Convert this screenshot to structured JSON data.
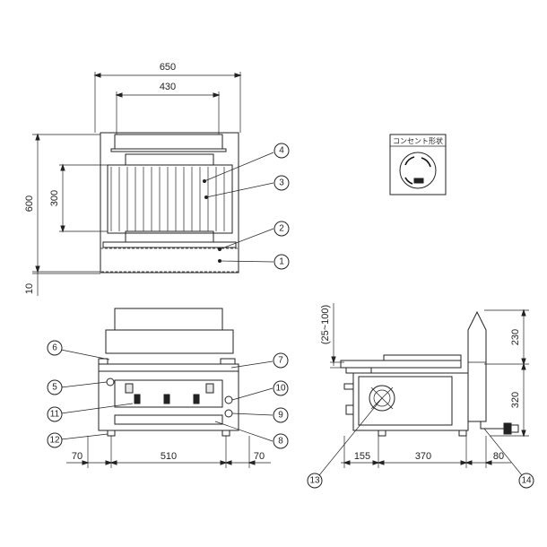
{
  "dimensions": {
    "top_width": "650",
    "top_inner_width": "430",
    "top_depth": "600",
    "top_inner_depth": "300",
    "top_offset": "10",
    "front_left_margin": "70",
    "front_center": "510",
    "front_right_margin": "70",
    "side_offset": "155",
    "side_body": "370",
    "side_rear": "80",
    "side_upper_height": "230",
    "side_lower_height": "320",
    "side_range": "(25~100)"
  },
  "outlet": {
    "label": "コンセント形状"
  },
  "callouts": [
    "1",
    "2",
    "3",
    "4",
    "5",
    "6",
    "7",
    "8",
    "9",
    "10",
    "11",
    "12",
    "13",
    "14"
  ]
}
